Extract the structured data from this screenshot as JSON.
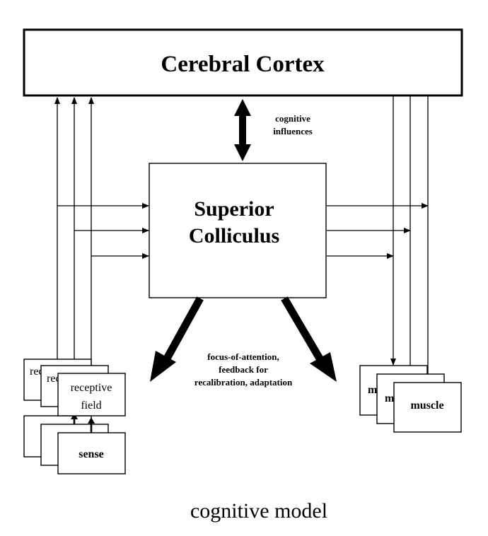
{
  "cortex": {
    "label": "Cerebral Cortex"
  },
  "colliculus": {
    "line1": "Superior",
    "line2": "Colliculus"
  },
  "cognitive_influences": {
    "line1": "cognitive",
    "line2": "influences"
  },
  "feedback": {
    "line1": "focus-of-attention,",
    "line2": "feedback for",
    "line3": "recalibration, adaptation"
  },
  "receptive_field": {
    "line1": "receptive",
    "line2": "field",
    "partial_back": "rec",
    "partial_mid": "rec"
  },
  "sense": {
    "label": "sense"
  },
  "muscle": {
    "label": "muscle",
    "partial": "m"
  },
  "caption": "cognitive model"
}
